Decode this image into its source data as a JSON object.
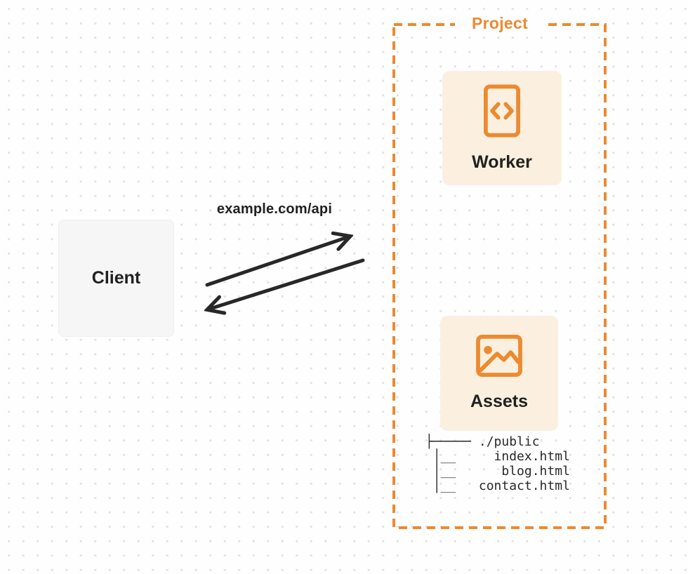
{
  "colors": {
    "accent_orange": "#EC8A30",
    "card_cream": "#FBF0DF",
    "client_gray": "#F6F6F6",
    "ink": "#222120",
    "arrow": "#282828",
    "dot": "#E4E4E4",
    "background": "#FEFEFE"
  },
  "client": {
    "label": "Client"
  },
  "request": {
    "url_label": "example.com/api"
  },
  "project": {
    "label": "Project",
    "worker": {
      "label": "Worker",
      "icon": "code-file-icon"
    },
    "assets": {
      "label": "Assets",
      "icon": "image-icon"
    },
    "file_tree": {
      "root": "./public",
      "files": [
        "index.html",
        "blog.html",
        "contact.html"
      ],
      "lines": [
        "├───── ./public",
        " │__     index.html",
        " │__      blog.html",
        " │__   contact.html"
      ]
    }
  }
}
